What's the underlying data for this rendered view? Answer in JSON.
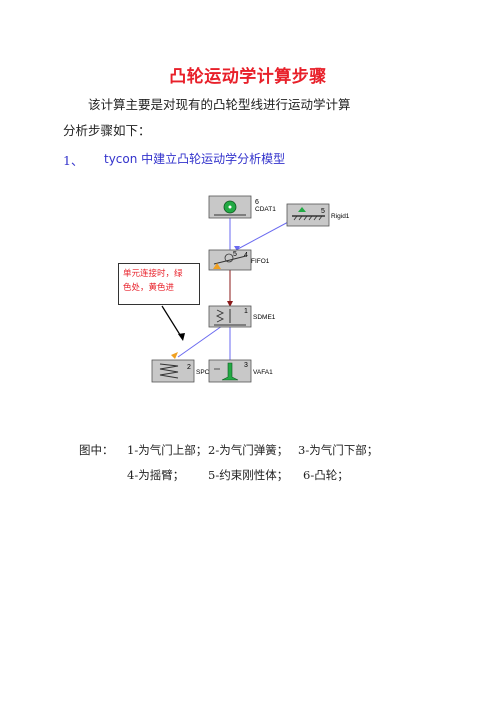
{
  "colors": {
    "title": "#e8202a",
    "heading": "#3333cc",
    "note_text": "#e8202a",
    "block_fill": "#c8c8c8",
    "link_blue": "#6a6af0",
    "link_dark": "#8b1a1a",
    "arrow_orange": "#f0a020",
    "icon_green": "#22aa44"
  },
  "document": {
    "title": "凸轮运动学计算步骤",
    "intro_line1": "该计算主要是对现有的凸轮型线进行运动学计算",
    "intro_line2": "分析步骤如下：",
    "step1_number": "1、",
    "step1_text": "tycon 中建立凸轮运动学分析模型"
  },
  "diagram": {
    "blocks": [
      {
        "id": "cdat1",
        "label": "CDAT1",
        "num": "6",
        "icon": "cam-icon"
      },
      {
        "id": "rigid1",
        "label": "Rigid1",
        "num": "5",
        "icon": "ground-icon"
      },
      {
        "id": "fifo1",
        "label": "FIFO1",
        "num": "4",
        "icon": "rocker-icon"
      },
      {
        "id": "sdme1",
        "label": "SDME1",
        "num": "1",
        "icon": "spring-damper-icon"
      },
      {
        "id": "spc",
        "label": "SPC",
        "num": "2",
        "icon": "spring-icon"
      },
      {
        "id": "vafa1",
        "label": "VAFA1",
        "num": "3",
        "icon": "valve-icon"
      }
    ],
    "note_line1": "单元连接时，绿",
    "note_line2": "色处，黄色进"
  },
  "legend": {
    "prefix": "图中：",
    "row1": [
      "1-为气门上部；",
      "2-为气门弹簧；",
      "3-为气门下部；"
    ],
    "row2": [
      "4-为摇臂；",
      "5-约束刚性体；",
      "6-凸轮；"
    ]
  }
}
